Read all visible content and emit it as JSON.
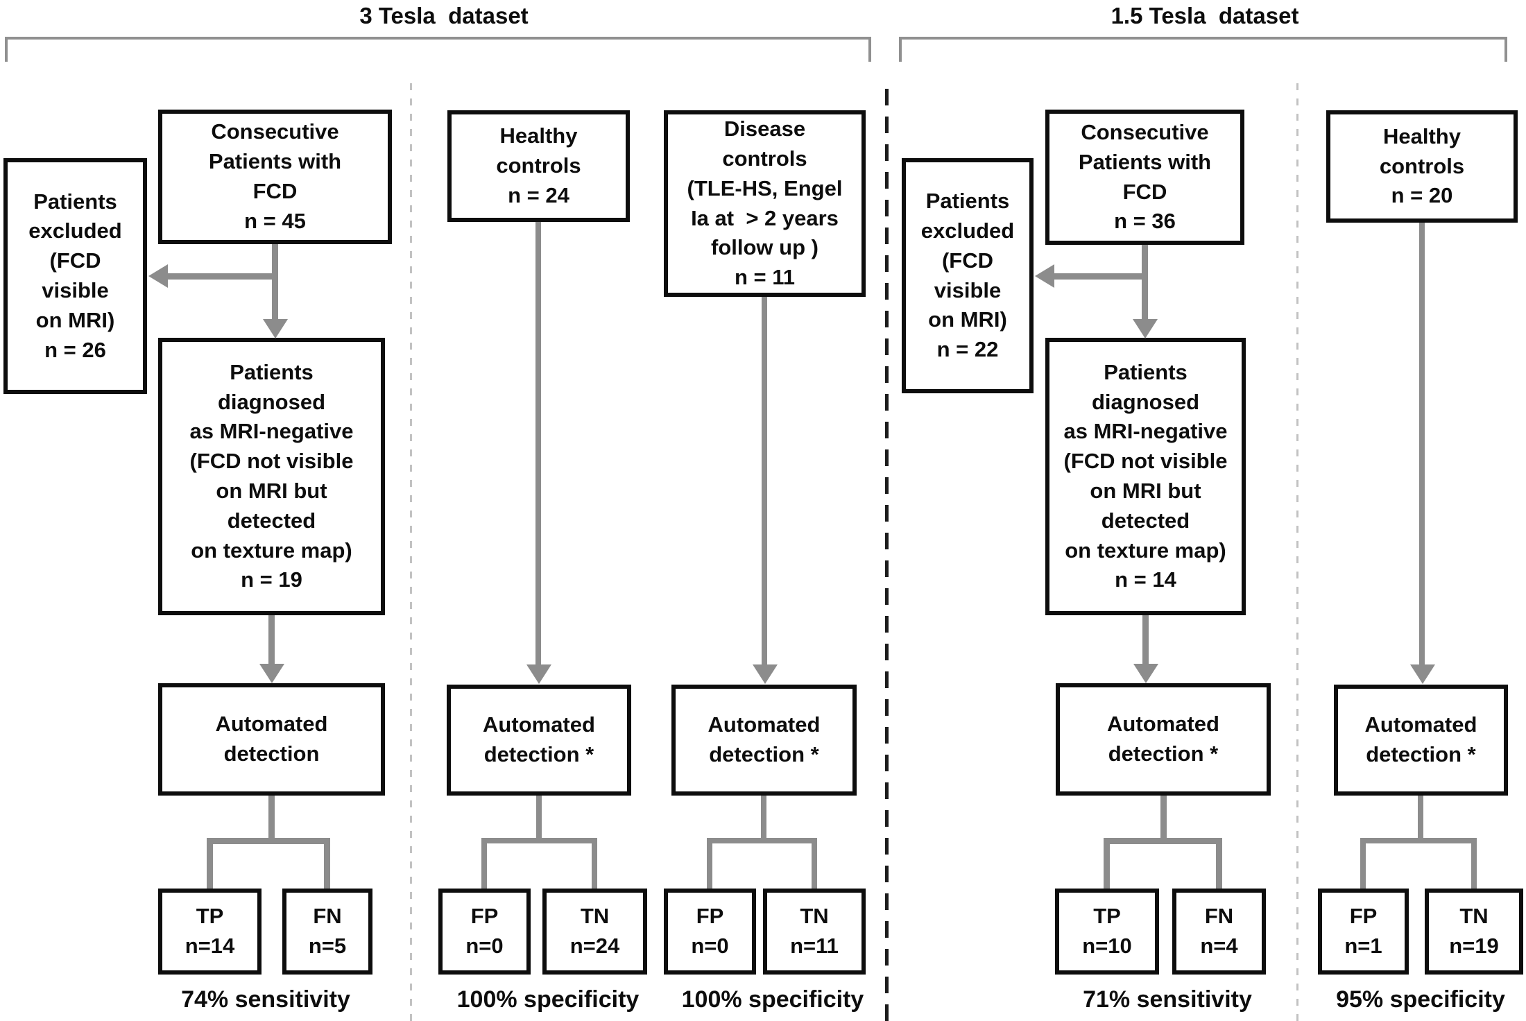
{
  "d3t": {
    "title": "3 Tesla  dataset",
    "patients": {
      "consecutive": "Consecutive\nPatients with\nFCD\nn = 45",
      "excluded": "Patients\nexcluded\n(FCD\nvisible\non MRI)\nn = 26",
      "diagnosed": "Patients\ndiagnosed\nas MRI-negative\n(FCD not visible\non MRI but\ndetected\non texture map)\nn = 19",
      "automated": "Automated\ndetection",
      "left_box": "TP\nn=14",
      "right_box": "FN\nn=5",
      "caption": "74% sensitivity"
    },
    "healthy": {
      "top": "Healthy\ncontrols\nn = 24",
      "automated": "Automated\ndetection *",
      "left_box": "FP\nn=0",
      "right_box": "TN\nn=24",
      "caption": "100% specificity"
    },
    "disease": {
      "top": "Disease\ncontrols\n(TLE-HS, Engel\nIa at  > 2 years\nfollow up )\nn = 11",
      "automated": "Automated\ndetection *",
      "left_box": "FP\nn=0",
      "right_box": "TN\nn=11",
      "caption": "100% specificity"
    }
  },
  "d15t": {
    "title": "1.5 Tesla  dataset",
    "patients": {
      "consecutive": "Consecutive\nPatients with\nFCD\nn = 36",
      "excluded": "Patients\nexcluded\n(FCD\nvisible\non MRI)\nn = 22",
      "diagnosed": "Patients\ndiagnosed\nas MRI-negative\n(FCD not visible\non MRI but\ndetected\non texture map)\nn = 14",
      "automated": "Automated\ndetection *",
      "left_box": "TP\nn=10",
      "right_box": "FN\nn=4",
      "caption": "71% sensitivity"
    },
    "healthy": {
      "top": "Healthy\ncontrols\nn = 20",
      "automated": "Automated\ndetection *",
      "left_box": "FP\nn=1",
      "right_box": "TN\nn=19",
      "caption": "95% specificity"
    }
  },
  "colors": {
    "box_border": "#0d0d0d",
    "connector_gray": "#8c8c8c",
    "bracket_gray": "#909090",
    "divider_dark": "#1c1c1c",
    "divider_light": "#c2c2c2"
  }
}
